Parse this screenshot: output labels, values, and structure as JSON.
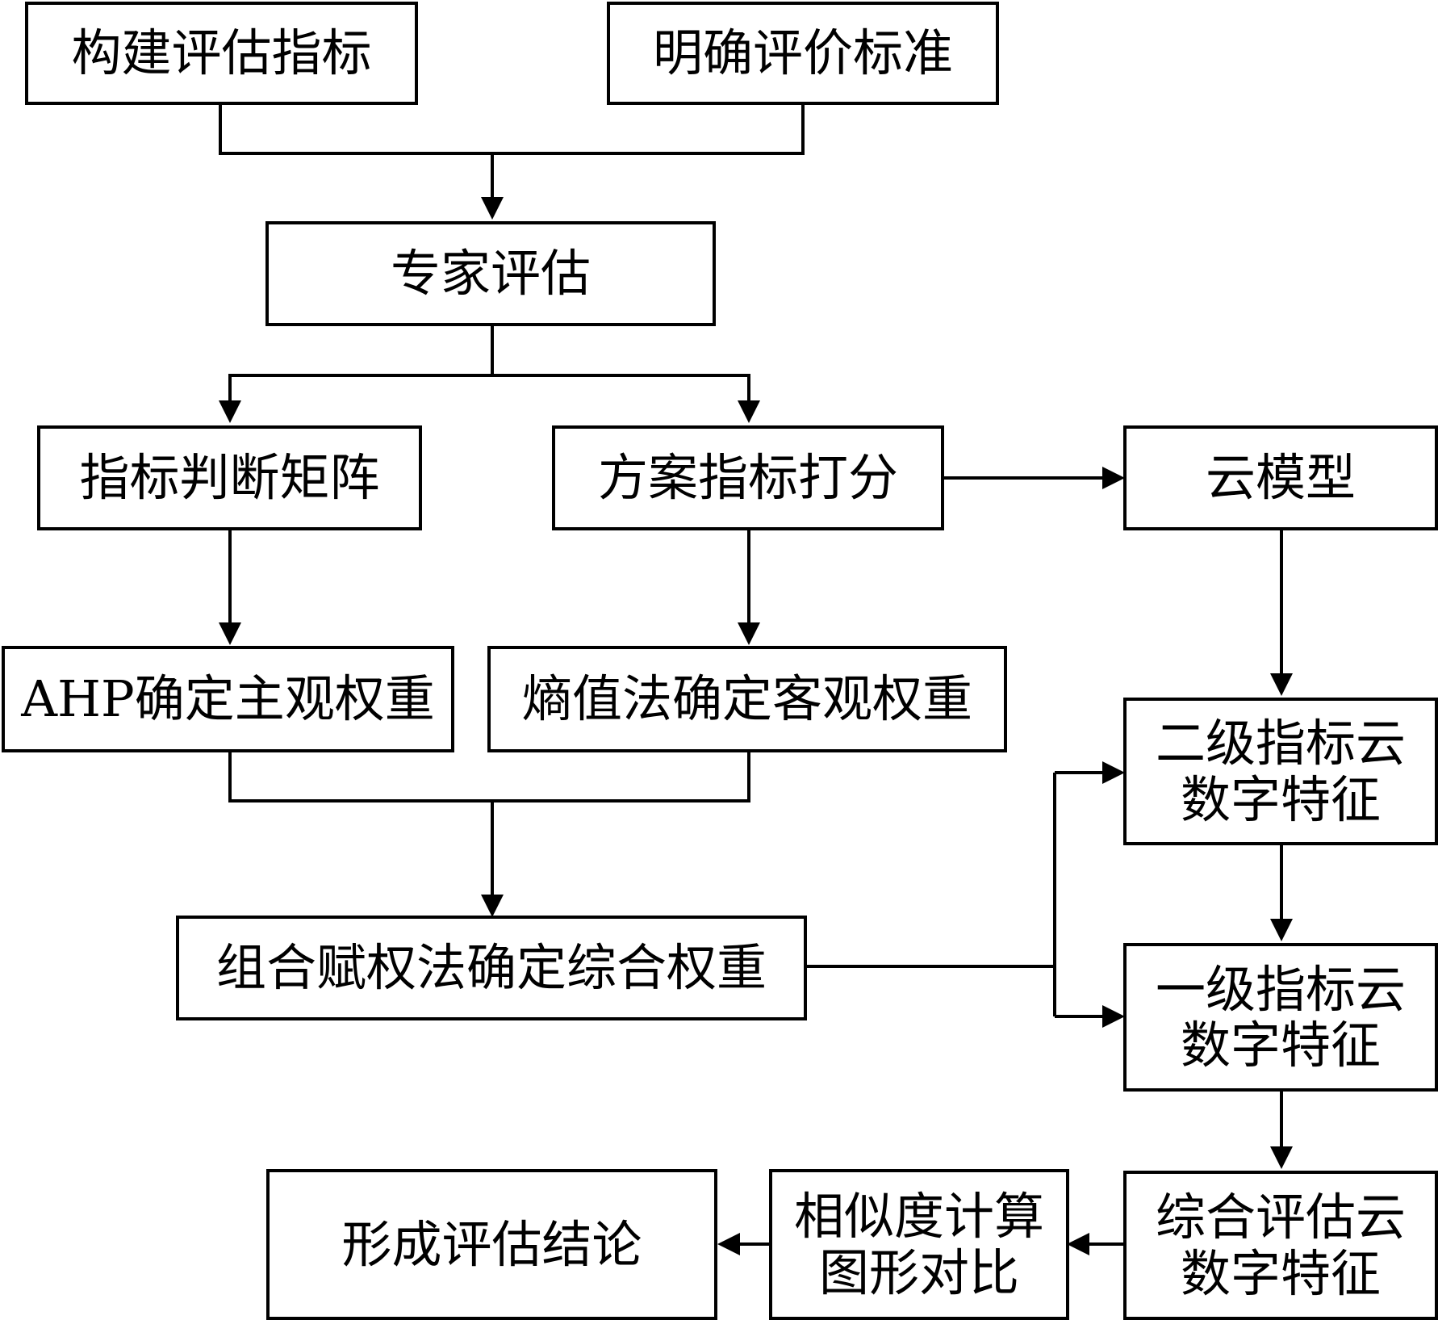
{
  "nodes": {
    "build_indicators": "构建评估指标",
    "define_standards": "明确评价标准",
    "expert_eval": "专家评估",
    "judgment_matrix": "指标判断矩阵",
    "scheme_scoring": "方案指标打分",
    "cloud_model": "云模型",
    "ahp_weight": "AHP确定主观权重",
    "entropy_weight": "熵值法确定客观权重",
    "second_cloud": {
      "line1": "二级指标云",
      "line2": "数字特征"
    },
    "combined_weight": "组合赋权法确定综合权重",
    "first_cloud": {
      "line1": "一级指标云",
      "line2": "数字特征"
    },
    "form_conclusion": "形成评估结论",
    "similarity": {
      "line1": "相似度计算",
      "line2": "图形对比"
    },
    "overall_cloud": {
      "line1": "综合评估云",
      "line2": "数字特征"
    }
  }
}
